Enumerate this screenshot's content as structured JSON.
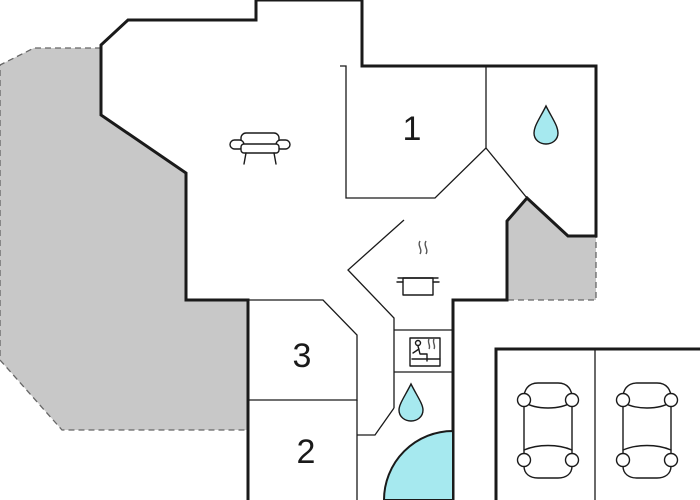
{
  "plan": {
    "rooms": [
      {
        "id": "bedroom-1",
        "label": "1"
      },
      {
        "id": "bedroom-2",
        "label": "2"
      },
      {
        "id": "bedroom-3",
        "label": "3"
      }
    ],
    "icons": [
      "sofa-icon",
      "cooking-pot-icon",
      "sauna-icon",
      "water-drop-icon",
      "water-drop-icon",
      "car-icon",
      "car-icon"
    ],
    "colors": {
      "wall": "#1a1a1a",
      "terrace": "#c8c8c8",
      "terrace_border": "#666666",
      "water": "#a6e9ef",
      "background": "#ffffff"
    }
  }
}
